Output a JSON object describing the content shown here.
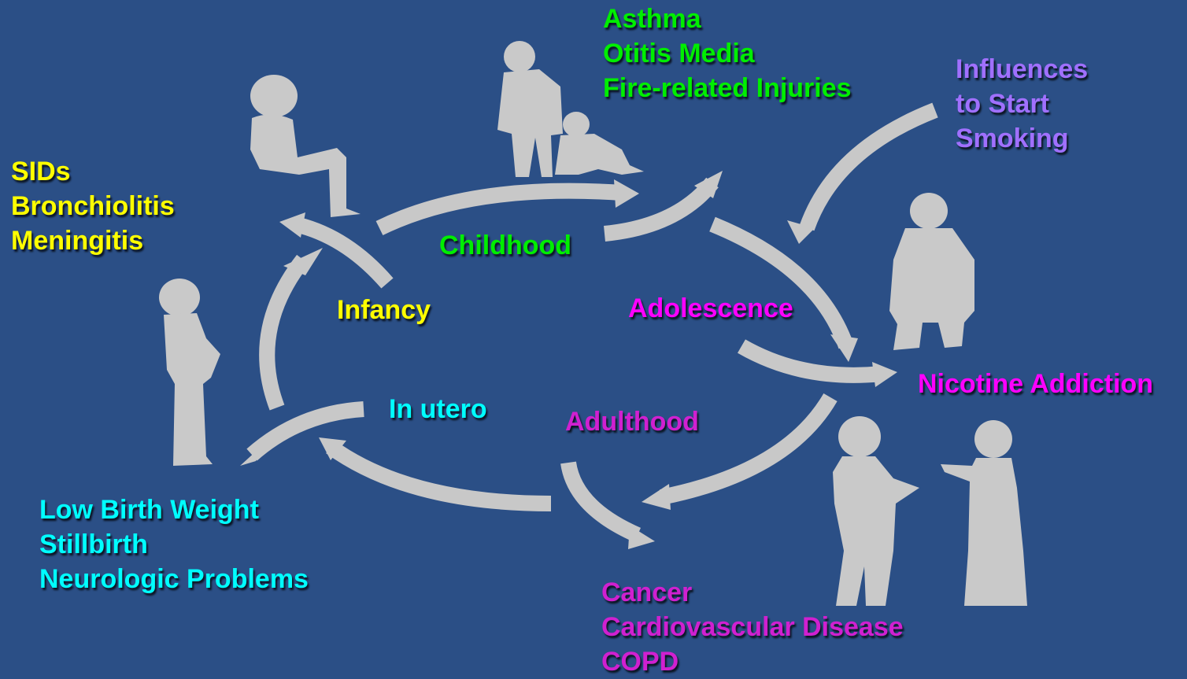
{
  "colors": {
    "background": "#2b4f86",
    "arrow": "#c8c8c8",
    "silhouette": "#c9c9c9",
    "infancy": "#ffff00",
    "childhood": "#00ee00",
    "in_utero": "#00ffff",
    "adolescence": "#ff00ff",
    "influences": "#a070ff",
    "adulthood": "#d020d0"
  },
  "stages": {
    "infancy": "Infancy",
    "childhood": "Childhood",
    "adolescence": "Adolescence",
    "in_utero": "In utero",
    "adulthood": "Adulthood"
  },
  "outcomes": {
    "infancy": [
      "SIDs",
      "Bronchiolitis",
      "Meningitis"
    ],
    "childhood": [
      "Asthma",
      "Otitis Media",
      "Fire-related Injuries"
    ],
    "influences": [
      "Influences",
      "to Start",
      "Smoking"
    ],
    "adolescence": [
      "Nicotine Addiction"
    ],
    "in_utero": [
      "Low Birth Weight",
      "Stillbirth",
      "Neurologic Problems"
    ],
    "adulthood": [
      "Cancer",
      "Cardiovascular Disease",
      "COPD"
    ]
  },
  "figures": [
    "seated-adult-icon",
    "adult-with-child-icon",
    "pregnant-woman-icon",
    "teenager-icon",
    "two-adults-smoking-icon"
  ]
}
